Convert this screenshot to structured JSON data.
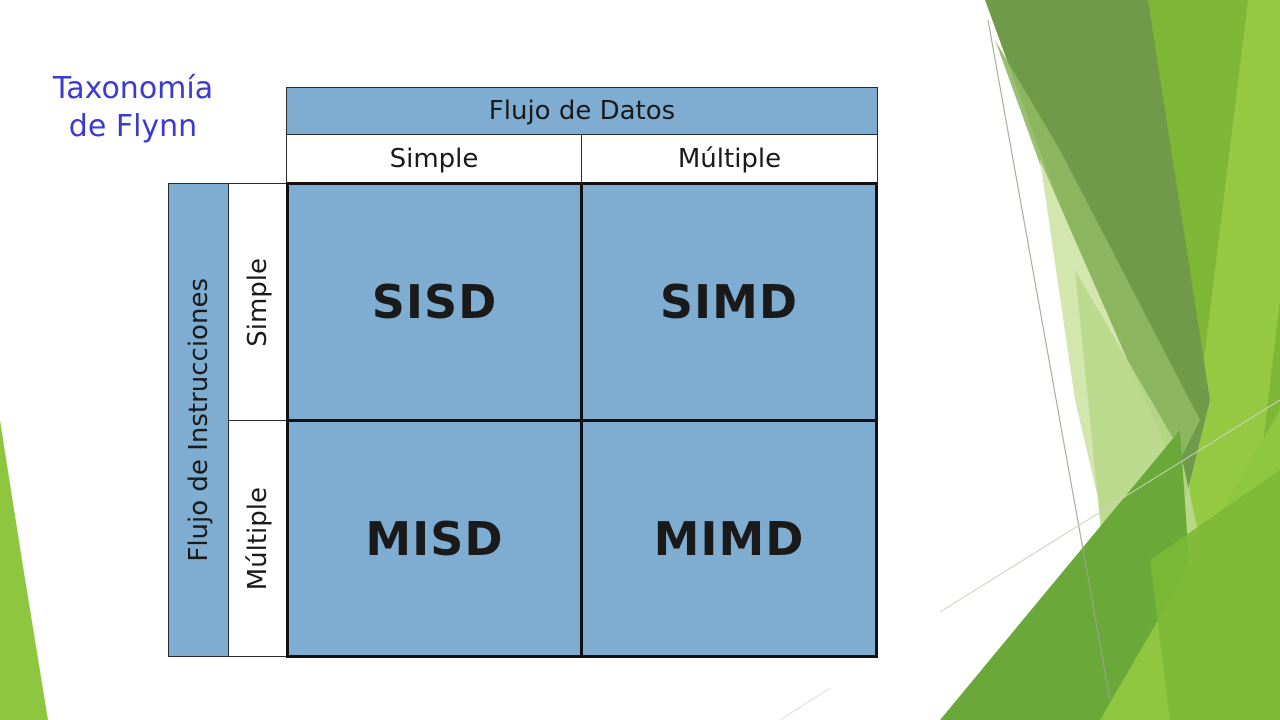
{
  "title": {
    "line1": "Taxonomía",
    "line2": "de Flynn"
  },
  "table": {
    "data_flow_header": "Flujo de Datos",
    "instruction_flow_header": "Flujo de Instrucciones",
    "columns": [
      "Simple",
      "Múltiple"
    ],
    "rows": [
      "Simple",
      "Múltiple"
    ],
    "cells": [
      [
        "SISD",
        "SIMD"
      ],
      [
        "MISD",
        "MIMD"
      ]
    ]
  },
  "colors": {
    "cell_blue": "#7eadd1",
    "title_blue": "#3b3bd0",
    "green_dark": "#6f9a4a",
    "green_light": "#8ec63f"
  }
}
